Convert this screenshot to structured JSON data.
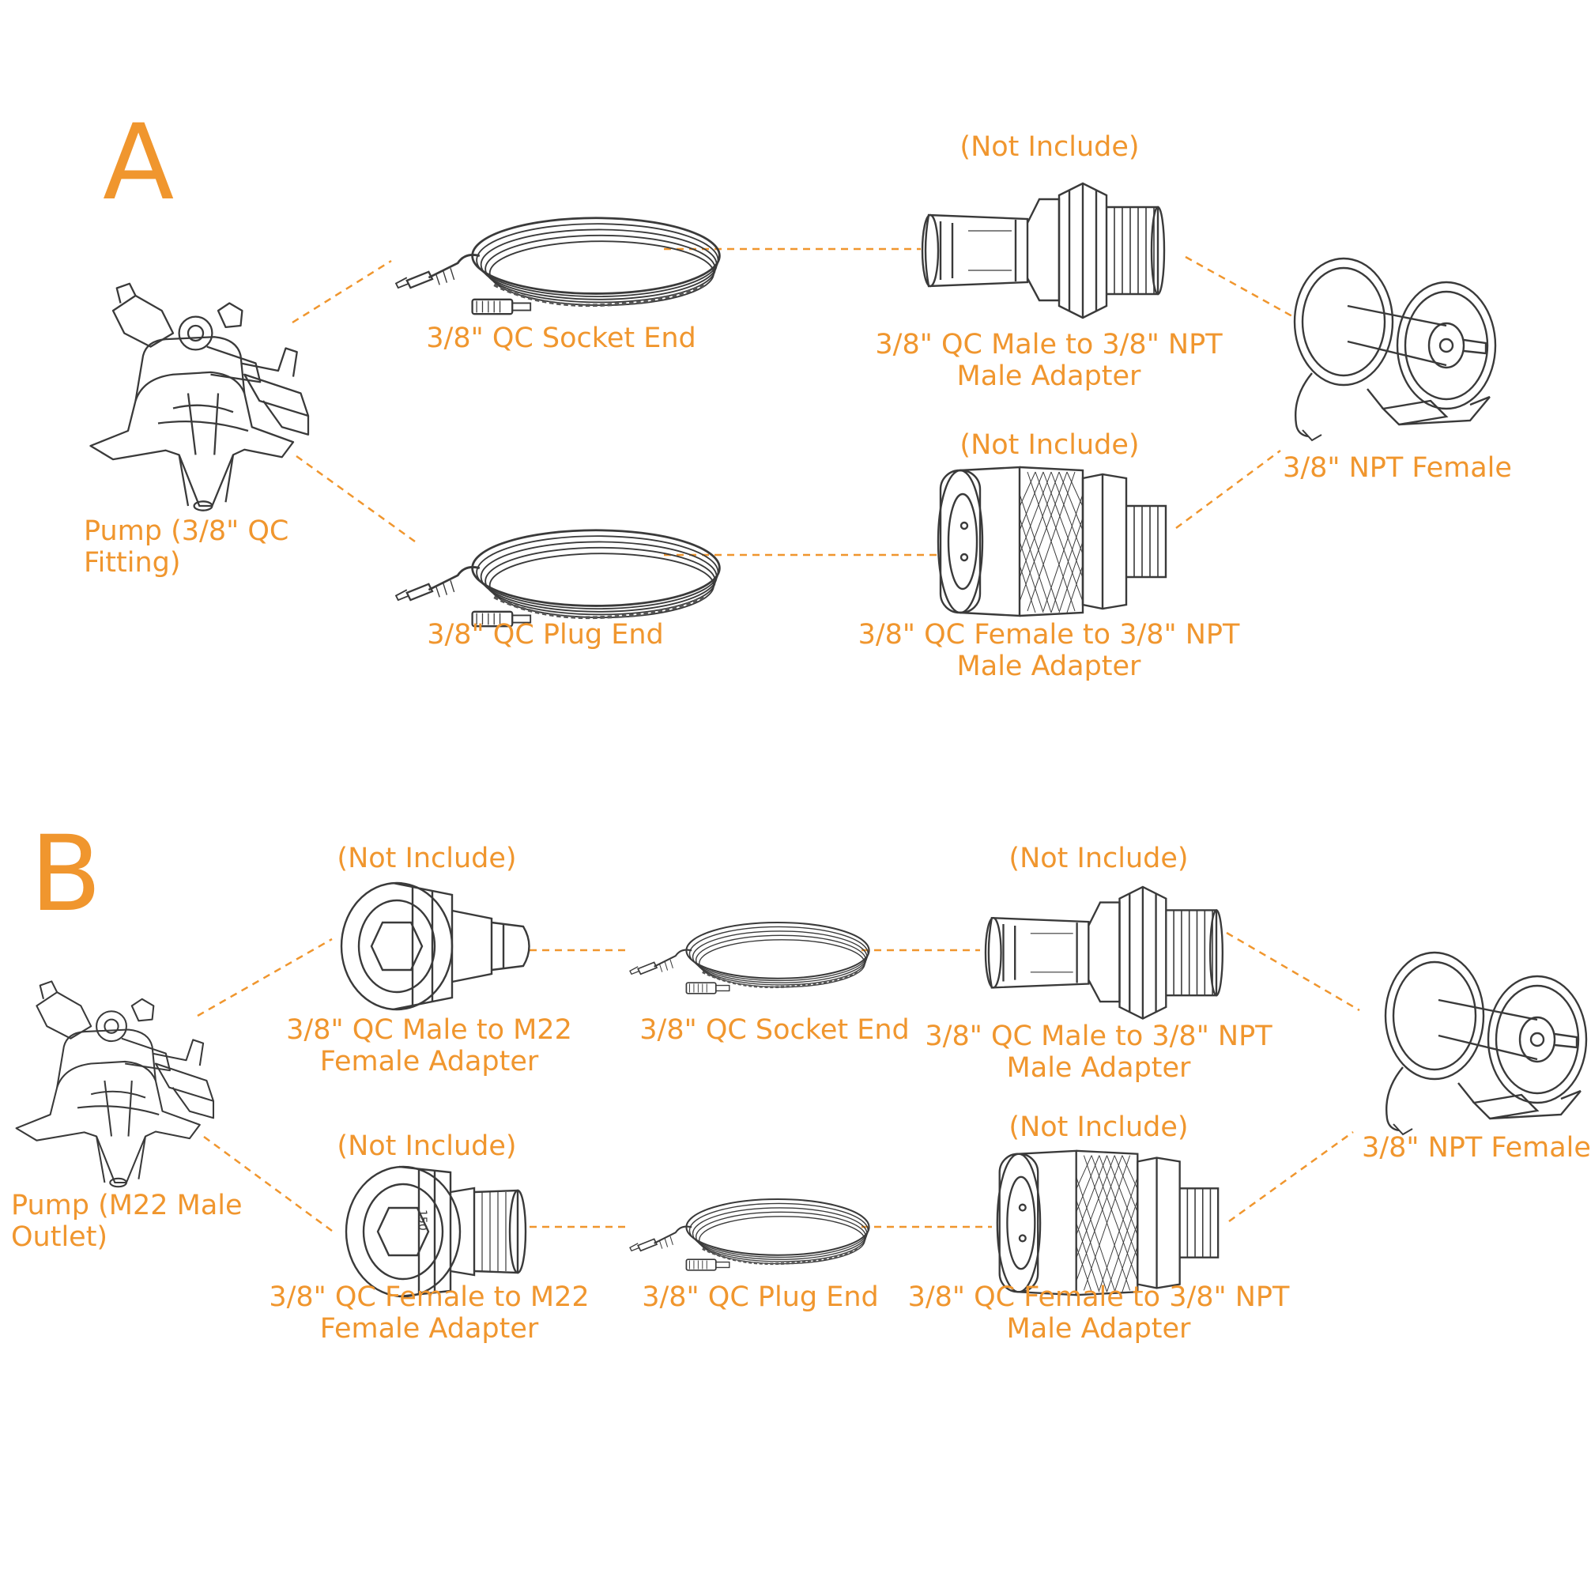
{
  "colors": {
    "accent": "#f0962e",
    "line": "#333333",
    "dash": "#f0962e"
  },
  "section_a": {
    "letter": "A",
    "pump_label": [
      "Pump (3/8\" QC",
      "Fitting)"
    ],
    "hose_top_label": "3/8\" QC Socket End",
    "hose_bottom_label": "3/8\" QC Plug End",
    "adapter_top_note": "(Not Include)",
    "adapter_top_label": [
      "3/8\" QC Male to 3/8\" NPT",
      "Male Adapter"
    ],
    "adapter_bottom_note": "(Not Include)",
    "adapter_bottom_label": [
      "3/8\" QC Female to 3/8\" NPT",
      "Male Adapter"
    ],
    "reel_label": "3/8\" NPT Female"
  },
  "section_b": {
    "letter": "B",
    "pump_label": [
      "Pump (M22 Male",
      "Outlet)"
    ],
    "m22_top_note": "(Not Include)",
    "m22_top_label": [
      "3/8\" QC Male to M22",
      "Female Adapter"
    ],
    "m22_bottom_note": "(Not Include)",
    "m22_bottom_label": [
      "3/8\" QC Female to M22",
      "Female Adapter"
    ],
    "hose_top_label": "3/8\" QC Socket End",
    "hose_bottom_label": "3/8\" QC Plug End",
    "adapter_top_note": "(Not Include)",
    "adapter_top_label": [
      "3/8\" QC Male to 3/8\" NPT",
      "Male Adapter"
    ],
    "adapter_bottom_note": "(Not Include)",
    "adapter_bottom_label": [
      "3/8\" QC Female to 3/8\" NPT",
      "Male Adapter"
    ],
    "reel_label": "3/8\" NPT Female",
    "fitting_stamp": "150"
  },
  "icons": [
    "pump-icon",
    "hose-icon",
    "male-adapter-icon",
    "female-adapter-icon",
    "m22-male-adapter-icon",
    "m22-female-adapter-icon",
    "hose-reel-icon"
  ]
}
